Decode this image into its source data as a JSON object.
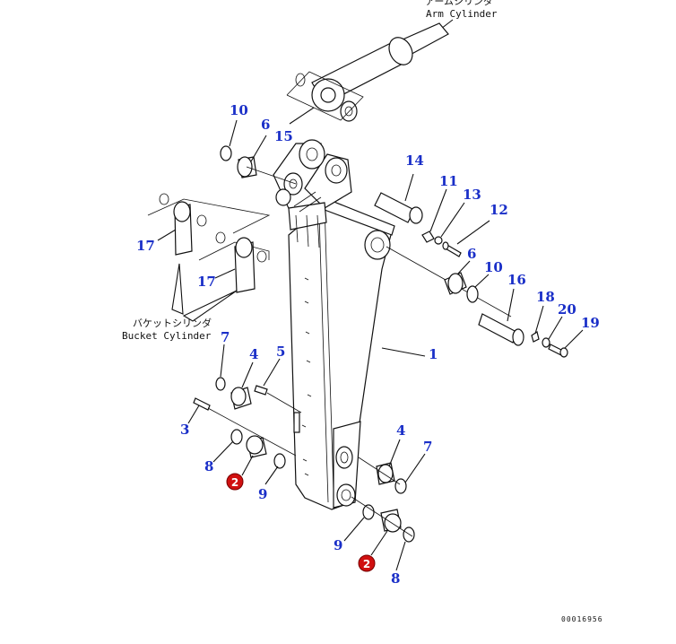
{
  "labels": {
    "arm_cylinder_jp": "アームシリンダ",
    "arm_cylinder_en": "Arm Cylinder",
    "bucket_cylinder_jp": "バケットシリンダ",
    "bucket_cylinder_en": "Bucket Cylinder",
    "drawing_code": "00016956"
  },
  "callouts": {
    "n1": "1",
    "n2a": "2",
    "n2b": "2",
    "n3": "3",
    "n4a": "4",
    "n4b": "4",
    "n5": "5",
    "n6a": "6",
    "n6b": "6",
    "n7a": "7",
    "n7b": "7",
    "n8a": "8",
    "n8b": "8",
    "n9a": "9",
    "n9b": "9",
    "n10a": "10",
    "n10b": "10",
    "n11": "11",
    "n12": "12",
    "n13": "13",
    "n14": "14",
    "n15": "15",
    "n16": "16",
    "n17a": "17",
    "n17b": "17",
    "n18": "18",
    "n19": "19",
    "n20": "20"
  },
  "colors": {
    "callout": "#1a2fc8",
    "badge": "#d01010"
  }
}
